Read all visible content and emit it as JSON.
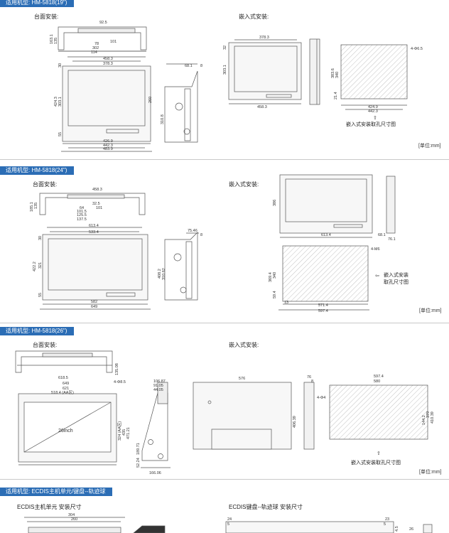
{
  "s1": {
    "tag": "适用机型: HM-5818(19\")",
    "desk_label": "台面安装:",
    "embed_label": "嵌入式安装:",
    "cutout_label": "嵌入式安装取孔尺寸图",
    "unit": "[单位:mm]",
    "top_dims": [
      "92.5",
      "101",
      "78",
      "302",
      "114"
    ],
    "top_v": [
      "163.1",
      "135"
    ],
    "front_dims": [
      "458.3",
      "378.3",
      "426.9",
      "442.3",
      "483.9"
    ],
    "front_v": [
      "424.3",
      "303.1",
      "30",
      "55"
    ],
    "side_dims": [
      "68.1",
      "8",
      "260",
      "310.8"
    ],
    "embed_dims": [
      "378.3",
      "458.3",
      "32",
      "303.1"
    ],
    "cut_dims": [
      "4-Φ6.5",
      "424.9",
      "442.3",
      "383.6",
      "340",
      "21.4"
    ]
  },
  "s2": {
    "tag": "适用机型: HM-5818(24\")",
    "desk_label": "台面安装:",
    "embed_label": "嵌入式安装:",
    "cutout_label": "嵌入式安装取孔尺寸图",
    "unit": "[单位:mm]",
    "top_dims": [
      "458.3",
      "32.5",
      "64",
      "101",
      "101.5",
      "125.5",
      "137.5"
    ],
    "top_v": [
      "185.1",
      "135"
    ],
    "front_dims": [
      "613.4",
      "533.4",
      "582",
      "649"
    ],
    "front_v": [
      "422.2",
      "321",
      "30",
      "55"
    ],
    "side_dims": [
      "75.46",
      "8",
      "408.2",
      "310.62"
    ],
    "embed_dims": [
      "386",
      "613.4",
      "68.1",
      "76.1"
    ],
    "cut_dims": [
      "4-M6",
      "369.4",
      "340",
      "13",
      "571.4",
      "597.4",
      "59.4"
    ]
  },
  "s3": {
    "tag": "适用机型: HM-5818(26\")",
    "desk_label": "台面安装:",
    "embed_label": "嵌入式安装:",
    "cutout_label": "嵌入式安装取孔尺寸图",
    "unit": "[单位:mm]",
    "screen_text": "26inch",
    "top_dims": [
      "135.08",
      "4-Φ8.5"
    ],
    "front_dims": [
      "618.5",
      "649",
      "621",
      "518.4 (AA区)"
    ],
    "front_v": [
      "324 (AA区)",
      "435",
      "471.21"
    ],
    "side_dims": [
      "106.87",
      "91.05",
      "44.05",
      "189.71",
      "52.24",
      "166.06"
    ],
    "embed_dims": [
      "576",
      "76",
      "8",
      "406.39"
    ],
    "cut_dims": [
      "4-Φ4",
      "597.4",
      "580",
      "144.2",
      "379",
      "410.39"
    ]
  },
  "s4": {
    "tag": "适用机型: ECDIS主机单元/键盘--轨迹球",
    "host_label": "ECDIS主机单元 安装尺寸",
    "kbd_label": "ECDIS键盘--轨迹球 安装尺寸",
    "host_dims": [
      "304",
      "260"
    ],
    "kbd_dims": [
      "24",
      "23",
      "5",
      "5",
      "4.5",
      "26"
    ]
  }
}
